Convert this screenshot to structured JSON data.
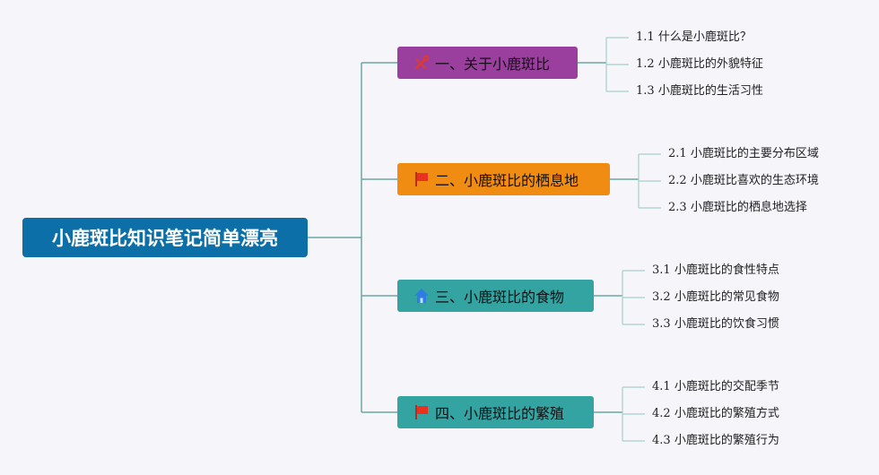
{
  "root": {
    "label": "小鹿斑比知识笔记简单漂亮",
    "color": "#0d6fa8"
  },
  "colors": {
    "line": "#6aa8a4",
    "leafLine": "#a9cfcc"
  },
  "branches": [
    {
      "label": "一、关于小鹿斑比",
      "color": "#9b3f9e",
      "icon": "tools-icon",
      "children": [
        {
          "num": "1.1",
          "text": "什么是小鹿斑比？"
        },
        {
          "num": "1.2",
          "text": "小鹿斑比的外貌特征"
        },
        {
          "num": "1.3",
          "text": "小鹿斑比的生活习性"
        }
      ]
    },
    {
      "label": "二、小鹿斑比的栖息地",
      "color": "#f08c12",
      "icon": "red-flag-icon",
      "children": [
        {
          "num": "2.1",
          "text": "小鹿斑比的主要分布区域"
        },
        {
          "num": "2.2",
          "text": "小鹿斑比喜欢的生态环境"
        },
        {
          "num": "2.3",
          "text": "小鹿斑比的栖息地选择"
        }
      ]
    },
    {
      "label": "三、小鹿斑比的食物",
      "color": "#34a4a3",
      "icon": "home-icon",
      "children": [
        {
          "num": "3.1",
          "text": "小鹿斑比的食性特点"
        },
        {
          "num": "3.2",
          "text": "小鹿斑比的常见食物"
        },
        {
          "num": "3.3",
          "text": "小鹿斑比的饮食习惯"
        }
      ]
    },
    {
      "label": "四、小鹿斑比的繁殖",
      "color": "#34a4a3",
      "icon": "red-flag-icon",
      "children": [
        {
          "num": "4.1",
          "text": "小鹿斑比的交配季节"
        },
        {
          "num": "4.2",
          "text": "小鹿斑比的繁殖方式"
        },
        {
          "num": "4.3",
          "text": "小鹿斑比的繁殖行为"
        }
      ]
    }
  ]
}
